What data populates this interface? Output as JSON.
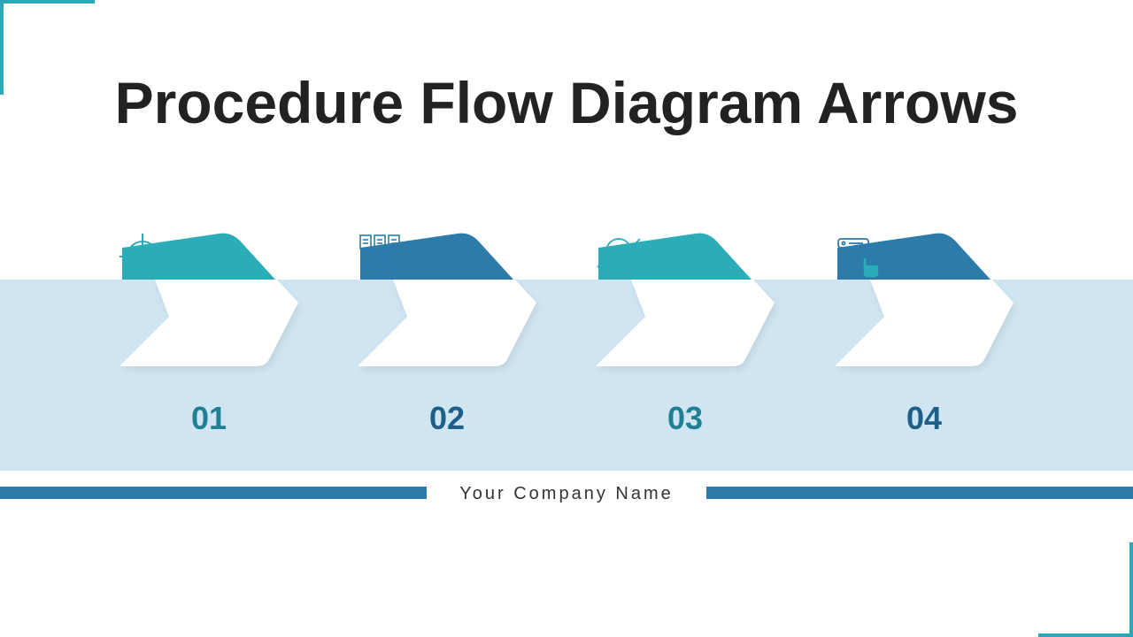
{
  "title": "Procedure Flow Diagram Arrows",
  "footer": {
    "company": "Your Company Name"
  },
  "colors": {
    "teal": "#2aadb9",
    "blue": "#2c7bab",
    "band": "#d0e5f2",
    "accent_line": "#2aa8b8"
  },
  "steps": [
    {
      "number": "01",
      "icon": "target-icon",
      "color": "#2aadb9",
      "number_color": "#1f7f94"
    },
    {
      "number": "02",
      "icon": "documents-to-server-icon",
      "color": "#2c7bab",
      "number_color": "#1d5f88"
    },
    {
      "number": "03",
      "icon": "magnifier-chart-icon",
      "color": "#2aadb9",
      "number_color": "#1f7f94"
    },
    {
      "number": "04",
      "icon": "server-click-icon",
      "color": "#2c7bab",
      "number_color": "#1d5f88"
    }
  ]
}
